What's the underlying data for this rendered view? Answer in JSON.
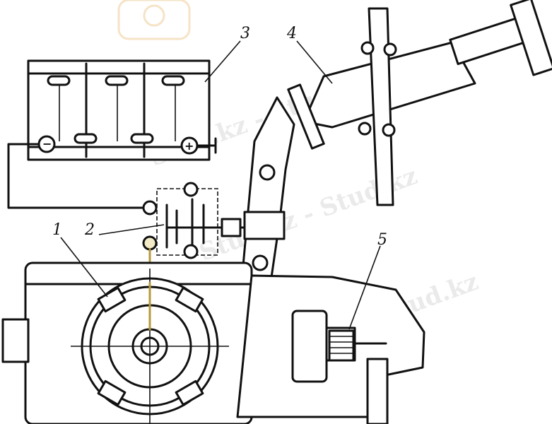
{
  "labels": {
    "starter_motor": "1",
    "solenoid_contacts": "2",
    "battery": "3",
    "pedal_lever": "4",
    "drive_gear": "5"
  },
  "battery_terminals": {
    "negative": "−",
    "positive": "+"
  },
  "watermark": {
    "text": "Stud.kz - Stud.kz"
  },
  "colors": {
    "ink": "#111111",
    "paper": "#ffffff",
    "watermark": "#d9d9d9",
    "wire_highlight": "#e8d9a0"
  }
}
